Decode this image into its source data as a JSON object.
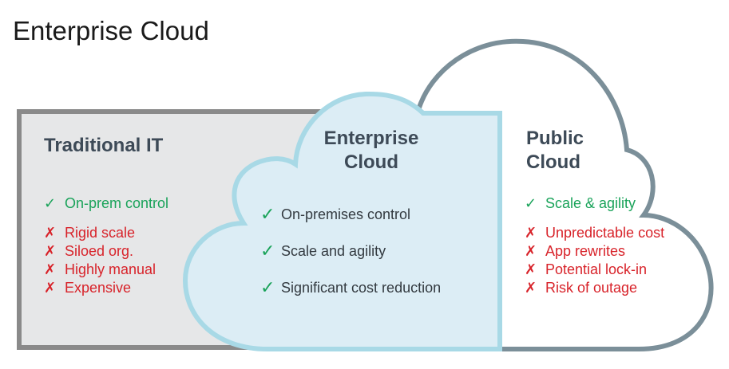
{
  "title": "Enterprise Cloud",
  "colors": {
    "traditional_box_fill": "#e6e7e8",
    "traditional_box_border": "#8a8a8a",
    "public_cloud_border": "#7b8f99",
    "enterprise_cloud_fill": "#dcedf5",
    "enterprise_cloud_border": "#a8d9e6",
    "positive": "#1aa35a",
    "negative": "#d8232a",
    "heading": "#3d4a57"
  },
  "traditional": {
    "heading": "Traditional IT",
    "pros": [
      {
        "icon": "check-icon",
        "text": "On-prem control"
      }
    ],
    "cons": [
      {
        "icon": "cross-icon",
        "text": "Rigid scale"
      },
      {
        "icon": "cross-icon",
        "text": "Siloed org."
      },
      {
        "icon": "cross-icon",
        "text": "Highly manual"
      },
      {
        "icon": "cross-icon",
        "text": "Expensive"
      }
    ]
  },
  "enterprise": {
    "heading_line1": "Enterprise",
    "heading_line2": "Cloud",
    "items": [
      {
        "icon": "check-icon",
        "text": "On-premises control"
      },
      {
        "icon": "check-icon",
        "text": "Scale and agility"
      },
      {
        "icon": "check-icon",
        "text": "Significant cost reduction"
      }
    ]
  },
  "public": {
    "heading_line1": "Public",
    "heading_line2": "Cloud",
    "pros": [
      {
        "icon": "check-icon",
        "text": "Scale & agility"
      }
    ],
    "cons": [
      {
        "icon": "cross-icon",
        "text": "Unpredictable cost"
      },
      {
        "icon": "cross-icon",
        "text": "App rewrites"
      },
      {
        "icon": "cross-icon",
        "text": "Potential lock-in"
      },
      {
        "icon": "cross-icon",
        "text": "Risk of outage"
      }
    ]
  }
}
